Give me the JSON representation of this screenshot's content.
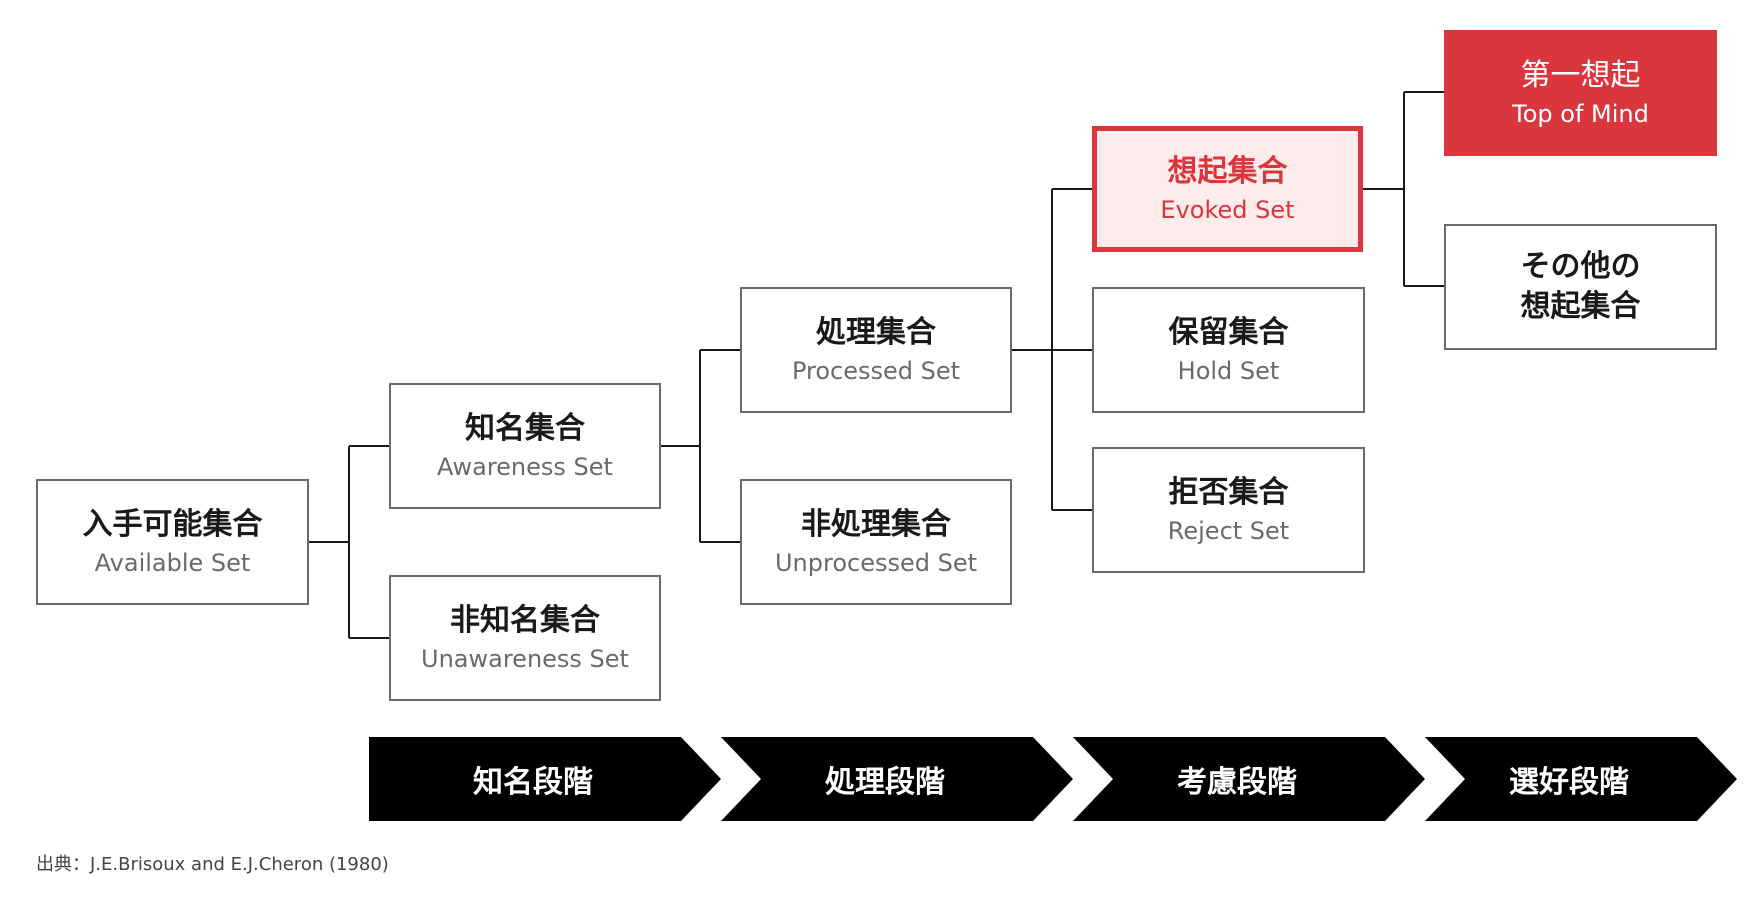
{
  "nodes": {
    "available": {
      "jp": "入手可能集合",
      "en": "Available Set"
    },
    "awareness": {
      "jp": "知名集合",
      "en": "Awareness Set"
    },
    "unawareness": {
      "jp": "非知名集合",
      "en": "Unawareness Set"
    },
    "processed": {
      "jp": "処理集合",
      "en": "Processed Set"
    },
    "unprocessed": {
      "jp": "非処理集合",
      "en": "Unprocessed Set"
    },
    "evoked": {
      "jp": "想起集合",
      "en": "Evoked Set"
    },
    "hold": {
      "jp": "保留集合",
      "en": "Hold Set"
    },
    "reject": {
      "jp": "拒否集合",
      "en": "Reject Set"
    },
    "top_of_mind": {
      "jp": "第一想起",
      "en": "Top of Mind"
    },
    "other_evoked": {
      "line1": "その他の",
      "line2": "想起集合"
    }
  },
  "stages": [
    {
      "label": "知名段階"
    },
    {
      "label": "処理段階"
    },
    {
      "label": "考慮段階"
    },
    {
      "label": "選好段階"
    }
  ],
  "source": "出典：J.E.Brisoux and E.J.Cheron (1980)",
  "colors": {
    "accent": "#d9363e",
    "accent_light": "#fdecec",
    "border": "#6a6a6a",
    "stage_bg": "#000000"
  }
}
